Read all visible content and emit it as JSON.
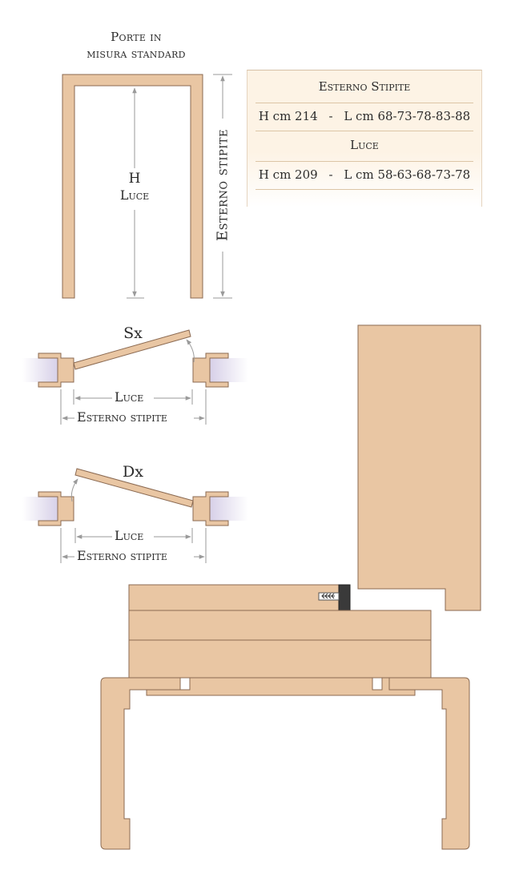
{
  "title": {
    "line1": "Porte in",
    "line2": "misura standard"
  },
  "front": {
    "h": "H",
    "luce": "Luce",
    "esterno_stipite": "Esterno stipite"
  },
  "spec": {
    "header1": "Esterno Stipite",
    "row1_h": "H cm 214",
    "row1_sep": "-",
    "row1_l": "L cm 68-73-78-83-88",
    "header2": "Luce",
    "row2_h": "H cm 209",
    "row2_sep": "-",
    "row2_l": "L cm 58-63-68-73-78"
  },
  "sx": {
    "label": "Sx",
    "luce": "Luce",
    "esterno_stipite": "Esterno stipite"
  },
  "dx": {
    "label": "Dx",
    "luce": "Luce",
    "esterno_stipite": "Esterno stipite"
  },
  "colors": {
    "wood": "#e9c6a3",
    "outline": "#8b6a52",
    "dimension": "#9a9a9a",
    "panel": "#fdf3e5",
    "wall": "#d8d0e6"
  }
}
